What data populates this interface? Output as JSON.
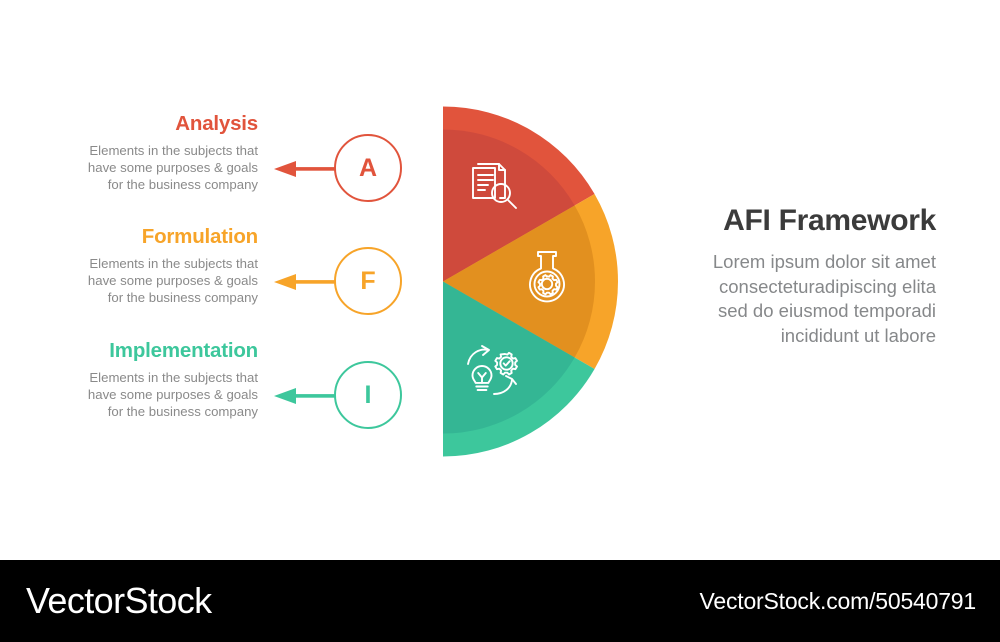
{
  "colors": {
    "analysis": "#E1543C",
    "analysis_dark": "#CF4A3C",
    "formulation": "#F7A429",
    "formulation_dark": "#E2901F",
    "implementation": "#3DC79C",
    "implementation_dark": "#34B694",
    "title": "#3B3B3B",
    "body_text": "#8A8A8A",
    "footer_bg": "#000000",
    "page_bg": "#FFFFFF"
  },
  "steps": [
    {
      "key": "analysis",
      "letter": "A",
      "title": "Analysis",
      "description": "Elements in the subjects that\nhave  some purposes & goals\nfor the  business company",
      "color": "#E1543C",
      "icon": "document-search-icon"
    },
    {
      "key": "formulation",
      "letter": "F",
      "title": "Formulation",
      "description": "Elements in the subjects that\nhave  some purposes & goals\nfor the  business company",
      "color": "#F7A429",
      "icon": "flask-gear-icon"
    },
    {
      "key": "implementation",
      "letter": "I",
      "title": "Implementation",
      "description": "Elements in the subjects that\nhave  some purposes & goals\nfor the  business company",
      "color": "#3DC79C",
      "icon": "lightbulb-gear-cycle-icon"
    }
  ],
  "chart_data": {
    "type": "pie",
    "title": "AFI Framework",
    "shape": "half-donut-semicircle",
    "orientation": "right-facing semicircle, flat edge on left",
    "start_angle_deg": -90,
    "end_angle_deg": 90,
    "categories": [
      "Analysis",
      "Formulation",
      "Implementation"
    ],
    "values": [
      33.33,
      33.33,
      33.33
    ],
    "sector_span_deg": [
      60,
      60,
      60
    ],
    "colors": [
      "#E1543C",
      "#F7A429",
      "#3DC79C"
    ],
    "inner_colors": [
      "#CF4A3C",
      "#E2901F",
      "#34B694"
    ],
    "outer_radius_px": 175,
    "inner_radius_px": 152,
    "legend": "none",
    "grid": false
  },
  "headline": {
    "title": "AFI Framework",
    "description": "Lorem ipsum dolor sit amet\nconsecteturadipiscing elita\nsed do eiusmod temporadi\nincididunt ut labore"
  },
  "footer": {
    "brand": "VectorStock",
    "url": "VectorStock.com/50540791"
  }
}
